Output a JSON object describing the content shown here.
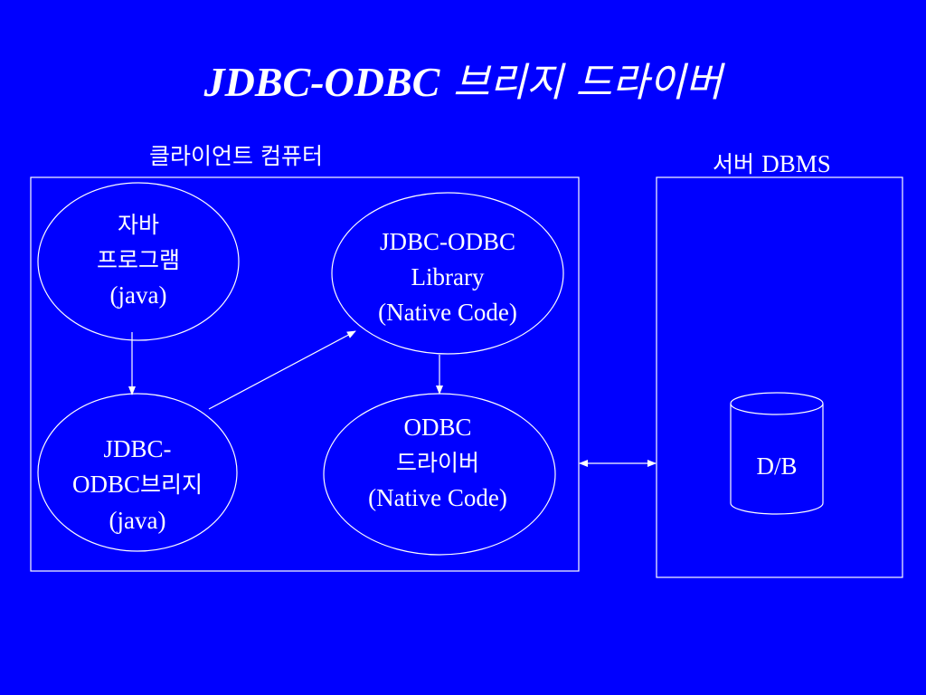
{
  "title": {
    "latin": "JDBC-ODBC",
    "hangul": "브리지 드라이버"
  },
  "client_label": "클라이언트 컴퓨터",
  "server_label": {
    "ko": "서버",
    "en": "DBMS"
  },
  "nodes": {
    "java_program": {
      "line1": "자바",
      "line2": "프로그램",
      "line3": "(java)"
    },
    "jdbc_odbc_bridge": {
      "line1": "JDBC-",
      "line2_en": "ODBC",
      "line2_ko": "브리지",
      "line3": "(java)"
    },
    "jdbc_odbc_library": {
      "line1": "JDBC-ODBC",
      "line2": "Library",
      "line3": "(Native Code)"
    },
    "odbc_driver": {
      "line1": "ODBC",
      "line2": "드라이버",
      "line3": "(Native Code)"
    },
    "database": {
      "label": "D/B"
    }
  },
  "colors": {
    "background": "#0000ff",
    "foreground": "#ffffff"
  }
}
